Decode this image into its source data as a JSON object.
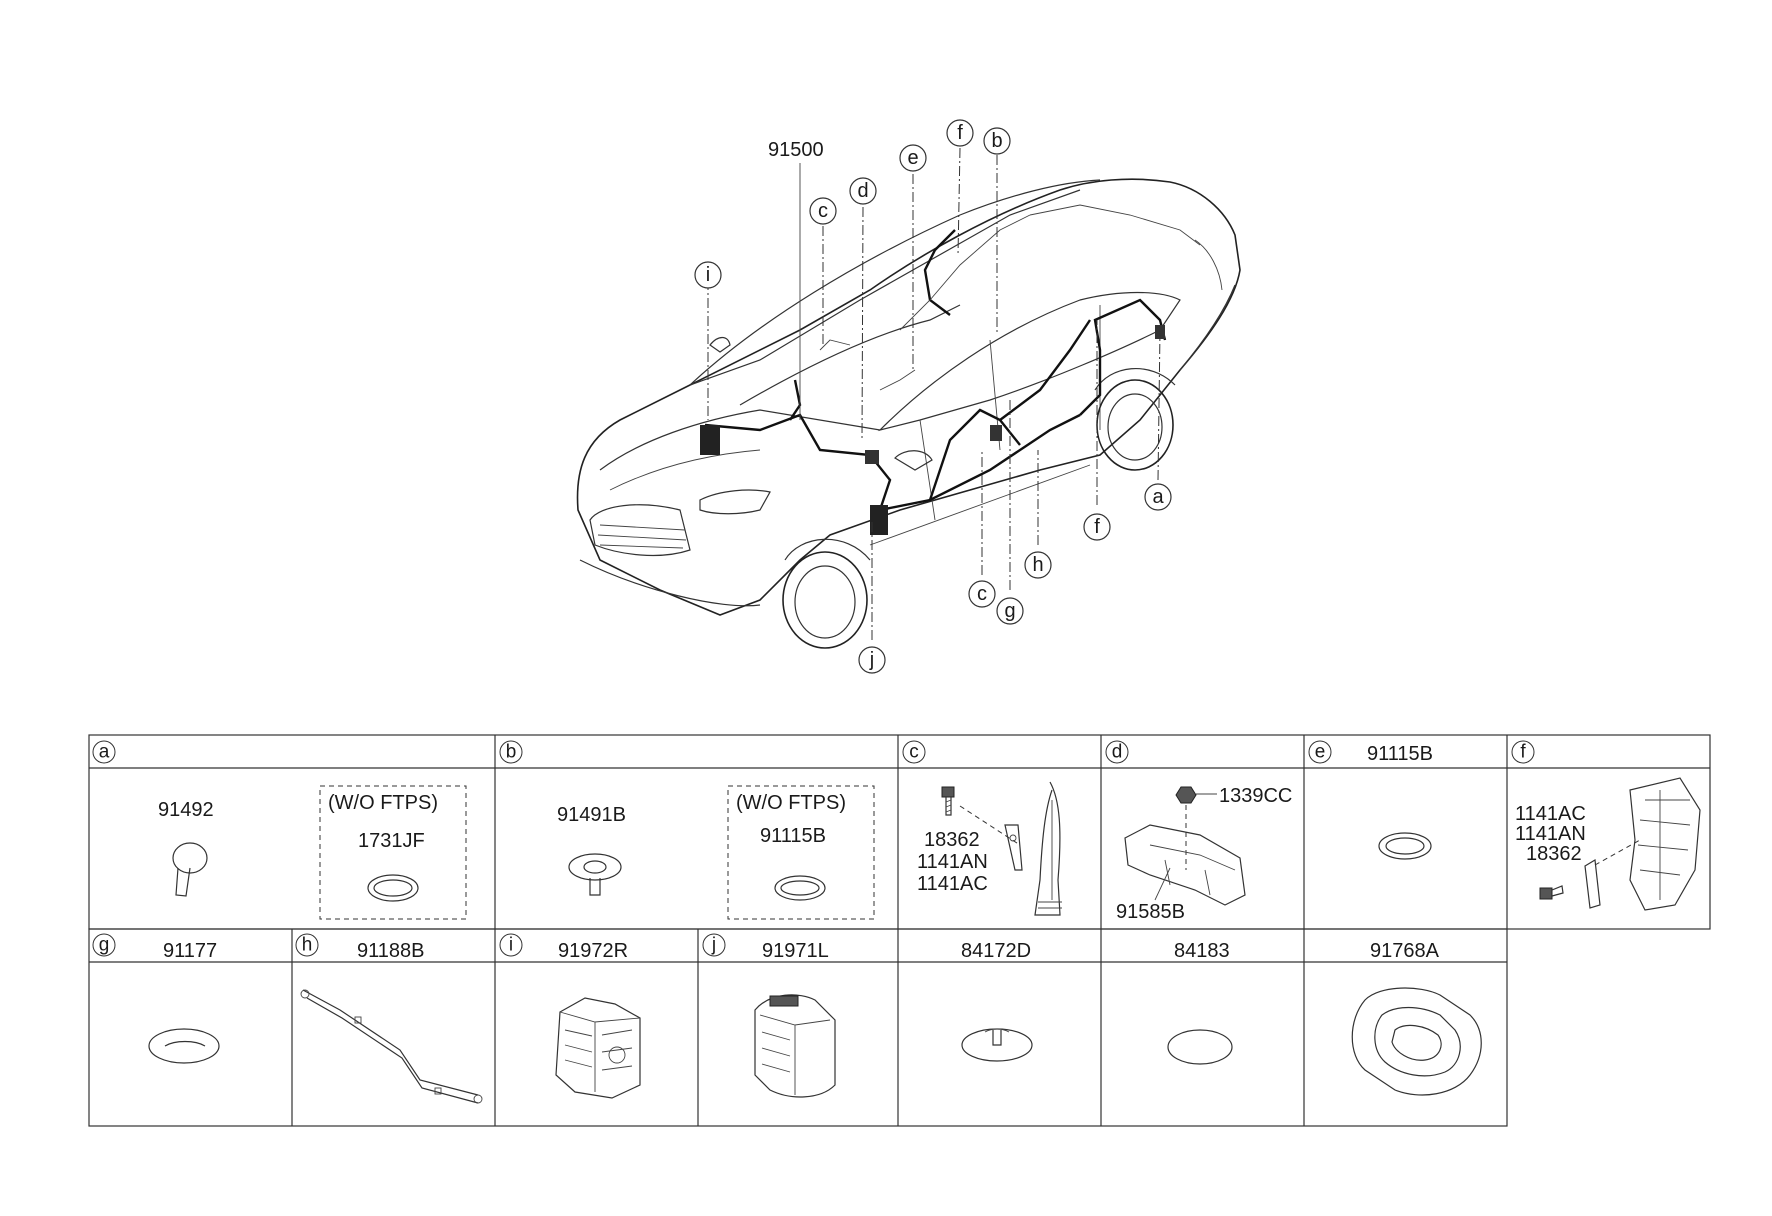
{
  "main_callout_part": "91500",
  "car_callouts": [
    {
      "id": "i",
      "label": "i"
    },
    {
      "id": "c_top",
      "label": "c"
    },
    {
      "id": "d",
      "label": "d"
    },
    {
      "id": "e",
      "label": "e"
    },
    {
      "id": "f_top",
      "label": "f"
    },
    {
      "id": "b",
      "label": "b"
    },
    {
      "id": "a",
      "label": "a"
    },
    {
      "id": "f_bottom",
      "label": "f"
    },
    {
      "id": "h",
      "label": "h"
    },
    {
      "id": "c_bottom",
      "label": "c"
    },
    {
      "id": "g",
      "label": "g"
    },
    {
      "id": "j",
      "label": "j"
    }
  ],
  "table": {
    "row1": [
      {
        "letter": "a",
        "header_part": "",
        "parts": [
          "91492"
        ],
        "option_label": "(W/O FTPS)",
        "option_part": "1731JF"
      },
      {
        "letter": "b",
        "header_part": "",
        "parts": [
          "91491B"
        ],
        "option_label": "(W/O FTPS)",
        "option_part": "91115B"
      },
      {
        "letter": "c",
        "header_part": "",
        "parts": [
          "18362",
          "1141AN",
          "1141AC"
        ]
      },
      {
        "letter": "d",
        "header_part": "",
        "parts": [
          "1339CC",
          "91585B"
        ]
      },
      {
        "letter": "e",
        "header_part": "91115B",
        "parts": []
      },
      {
        "letter": "f",
        "header_part": "",
        "parts": [
          "1141AC",
          "1141AN",
          "18362"
        ]
      }
    ],
    "row2": [
      {
        "letter": "g",
        "header_part": "91177"
      },
      {
        "letter": "h",
        "header_part": "91188B"
      },
      {
        "letter": "i",
        "header_part": "91972R"
      },
      {
        "letter": "j",
        "header_part": "91971L"
      },
      {
        "letter": "",
        "header_part": "84172D"
      },
      {
        "letter": "",
        "header_part": "84183"
      },
      {
        "letter": "",
        "header_part": "91768A"
      }
    ]
  },
  "icons": [
    "vehicle-outline-icon",
    "wiring-harness-icon",
    "grommet-icon",
    "bolt-icon",
    "bracket-icon",
    "connector-icon",
    "plug-icon"
  ]
}
